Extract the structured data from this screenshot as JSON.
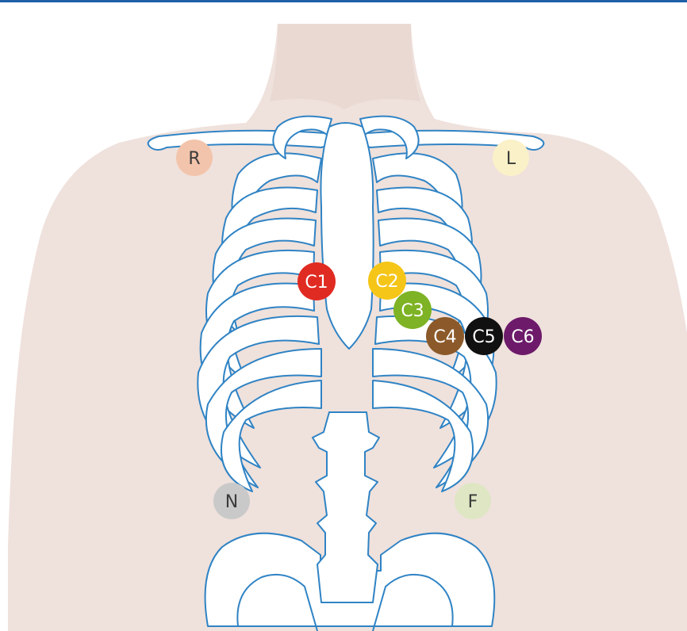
{
  "colors": {
    "top_bar": "#1f5fa8",
    "skin": "#efe1dc",
    "skin_shade": "#e6d3cc",
    "bone_stroke": "#2f83c4",
    "bone_fill": "#ffffff"
  },
  "electrodes": [
    {
      "id": "R",
      "label": "R",
      "fill": "#f2c4ab",
      "text": "#3a3a3a"
    },
    {
      "id": "L",
      "label": "L",
      "fill": "#fbf1c8",
      "text": "#3a3a3a"
    },
    {
      "id": "C1",
      "label": "C1",
      "fill": "#e02b22",
      "text": "#ffffff"
    },
    {
      "id": "C2",
      "label": "C2",
      "fill": "#f5c518",
      "text": "#ffffff"
    },
    {
      "id": "C3",
      "label": "C3",
      "fill": "#7db324",
      "text": "#ffffff"
    },
    {
      "id": "C4",
      "label": "C4",
      "fill": "#8c5a2a",
      "text": "#ffffff"
    },
    {
      "id": "C5",
      "label": "C5",
      "fill": "#111111",
      "text": "#ffffff"
    },
    {
      "id": "C6",
      "label": "C6",
      "fill": "#6d1a6a",
      "text": "#ffffff"
    },
    {
      "id": "N",
      "label": "N",
      "fill": "#c9c9c9",
      "text": "#3a3a3a"
    },
    {
      "id": "F",
      "label": "F",
      "fill": "#dfe6c4",
      "text": "#3a3a3a"
    }
  ]
}
